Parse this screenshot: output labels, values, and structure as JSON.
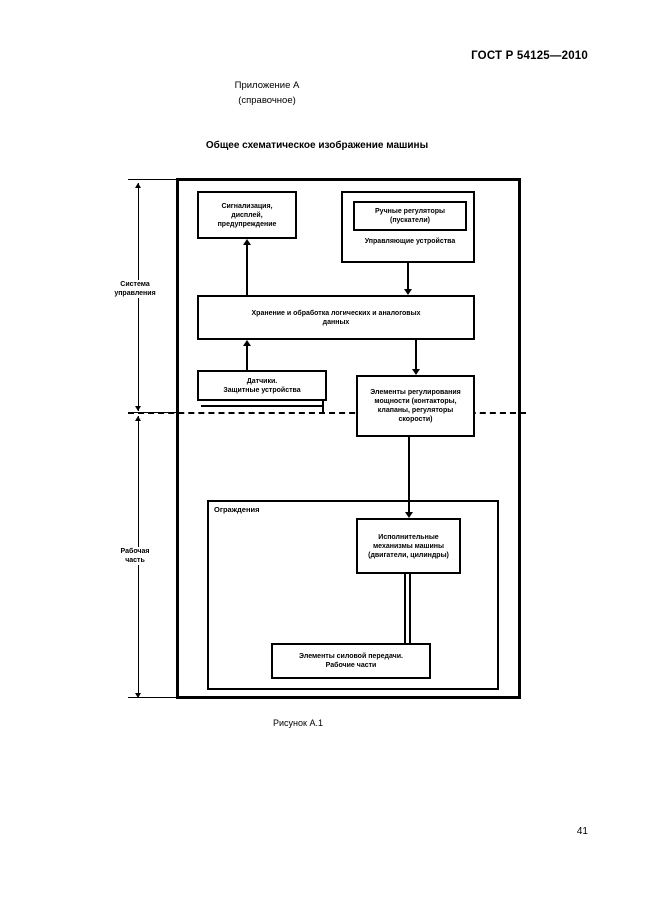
{
  "document": {
    "standard_header": "ГОСТ Р 54125—2010",
    "page_number": "41"
  },
  "appendix": {
    "title": "Приложение А",
    "subtitle": "(справочное)"
  },
  "figure": {
    "title": "Общее схематическое изображение машины",
    "caption": "Рисунок А.1"
  },
  "diagram": {
    "zones": {
      "control_system": "Система\nуправления",
      "control_system_line1": "Система",
      "control_system_line2": "управления",
      "working_part_line1": "Рабочая",
      "working_part_line2": "часть",
      "guard_label": "Ограждения"
    },
    "boxes": {
      "signal": {
        "line1": "Сигнализация,",
        "line2": "дисплей,",
        "line3": "предупреждение"
      },
      "manual_controls": {
        "line1": "Ручные регуляторы",
        "line2": "(пускатели)"
      },
      "control_devices": {
        "label": "Управляющие устройства"
      },
      "storage": {
        "line1": "Хранение и обработка логических и аналоговых",
        "line2": "данных"
      },
      "sensors": {
        "line1": "Датчики.",
        "line2": "Защитные устройства"
      },
      "power_regulation": {
        "line1": "Элементы регулирования",
        "line2": "мощности (контакторы,",
        "line3": "клапаны, регуляторы",
        "line4": "скорости)"
      },
      "actuators": {
        "line1": "Исполнительные",
        "line2": "механизмы машины",
        "line3": "(двигатели, цилиндры)"
      },
      "transmission": {
        "line1": "Элементы силовой передачи.",
        "line2": "Рабочие части"
      }
    }
  },
  "colors": {
    "ink": "#000000",
    "paper": "#ffffff"
  }
}
